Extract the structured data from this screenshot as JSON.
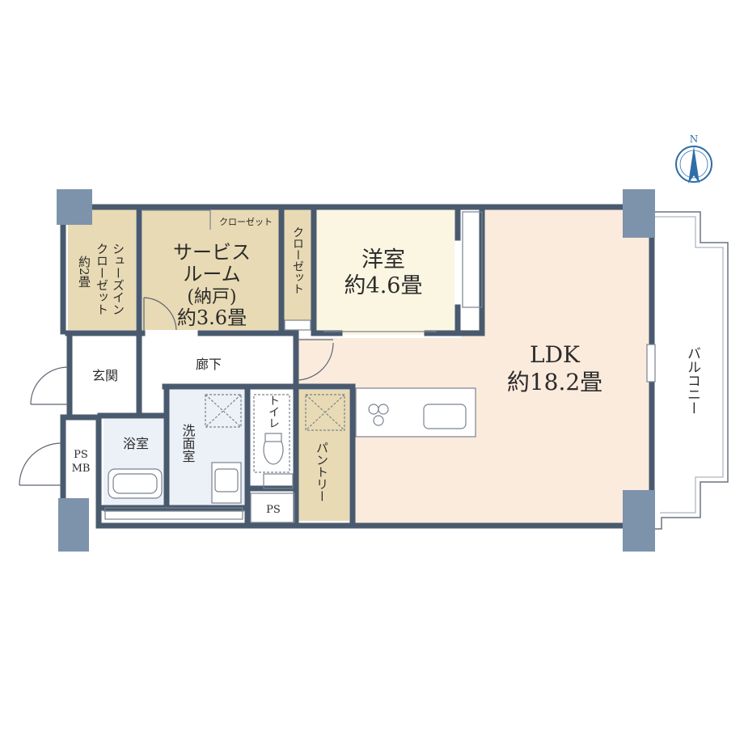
{
  "compass": {
    "north_label": "N"
  },
  "rooms": {
    "shoes_closet": {
      "lines": [
        "シューズイン",
        "クローゼット",
        "約2畳"
      ]
    },
    "service_room": {
      "lines": [
        "サービス",
        "ルーム",
        "(納戸)",
        "約3.6畳"
      ]
    },
    "service_closet": {
      "label": "クローゼット"
    },
    "western_closet": {
      "label": "クローゼット"
    },
    "western_room": {
      "name": "洋室",
      "size": "約4.6畳"
    },
    "ldk": {
      "name": "LDK",
      "size": "約18.2畳"
    },
    "balcony": {
      "label": "バルコニー"
    },
    "entrance": {
      "label": "玄関"
    },
    "hallway": {
      "label": "廊下"
    },
    "bath": {
      "label": "浴室"
    },
    "washroom": {
      "label": "洗面室"
    },
    "toilet": {
      "label": "トイレ"
    },
    "pantry": {
      "label": "パントリー"
    },
    "ps_mb": {
      "line1": "PS",
      "line2": "MB"
    },
    "ps": {
      "label": "PS"
    }
  },
  "colors": {
    "wall": "#4a5a6e",
    "pillar": "#7d93ab",
    "tan_room": "#e8dab4",
    "western_room": "#fbf6e2",
    "ldk": "#fbebdd",
    "bath": "#ecf1f8",
    "white_room": "#ffffff",
    "compass": "#2f6ea8"
  }
}
